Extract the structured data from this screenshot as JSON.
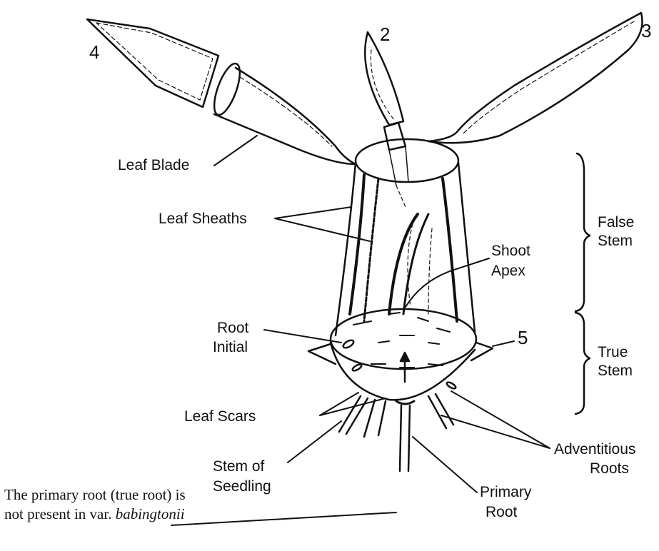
{
  "labels": {
    "leaf_number_4": "4",
    "leaf_number_2": "2",
    "leaf_number_3": "3",
    "leaf_number_5": "5",
    "leaf_blade": "Leaf Blade",
    "leaf_sheaths": "Leaf Sheaths",
    "false_stem_1": "False",
    "false_stem_2": "Stem",
    "shoot_apex_1": "Shoot",
    "shoot_apex_2": "Apex",
    "root_initial_1": "Root",
    "root_initial_2": "Initial",
    "true_stem_1": "True",
    "true_stem_2": "Stem",
    "leaf_scars": "Leaf Scars",
    "adventitious_roots_1": "Adventitious",
    "adventitious_roots_2": "Roots",
    "stem_of_seedling_1": "Stem of",
    "stem_of_seedling_2": "Seedling",
    "primary_root_1": "Primary",
    "primary_root_2": "Root"
  },
  "note": {
    "text": "The primary root (true root) is not present in var.",
    "italic": "babingtonii"
  }
}
